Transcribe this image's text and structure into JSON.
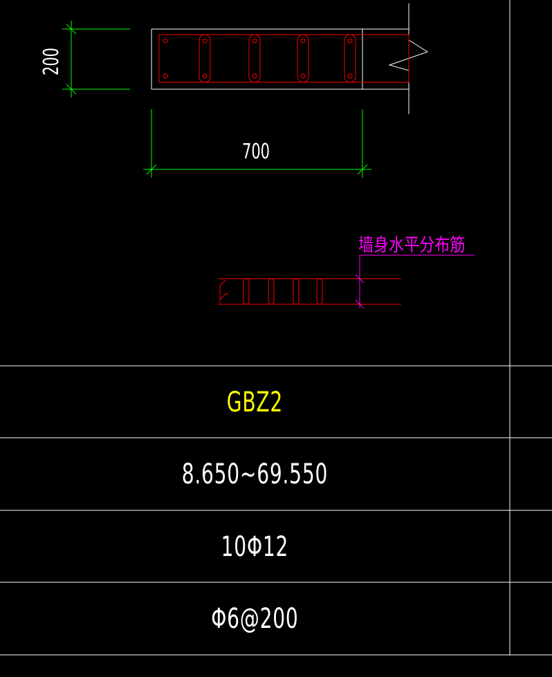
{
  "colors": {
    "background": "#000000",
    "line": "#ffffff",
    "dimension": "#00ff00",
    "rebar": "#ff0000",
    "annotation": "#ff00ff",
    "title": "#ffff00"
  },
  "section": {
    "width_dim": "700",
    "height_dim": "200",
    "leader_label": "墙身水平分布筋"
  },
  "table": {
    "rows": [
      {
        "name": "component-id",
        "text": "GBZ2"
      },
      {
        "name": "elevation-range",
        "text": "8.650~69.550"
      },
      {
        "name": "longitudinal-rebar",
        "text": "10Φ12"
      },
      {
        "name": "stirrup-spec",
        "text": "Φ6@200"
      }
    ]
  }
}
